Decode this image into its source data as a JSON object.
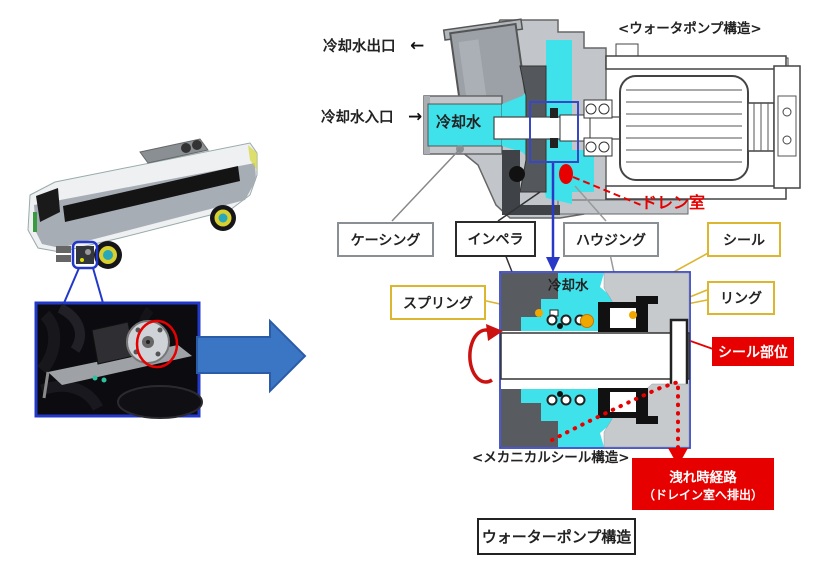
{
  "titles": {
    "pump_structure_top": "<ウォータポンプ構造>",
    "mechanical_seal_caption": "<メカニカルシール構造>",
    "bottom_box": "ウォーターポンプ構造"
  },
  "pump_diagram": {
    "coolant_outlet": "冷却水出口",
    "outlet_arrow": "←",
    "coolant_inlet": "冷却水入口",
    "inlet_arrow": "→",
    "coolant": "冷却水",
    "drain_chamber": "ドレン室",
    "casing": "ケーシング",
    "impeller": "インペラ",
    "housing": "ハウジング",
    "seal": "シール"
  },
  "seal_diagram": {
    "spring": "スプリング",
    "ring": "リング",
    "seal_part": "シール部位",
    "coolant": "冷却水",
    "leak_path_line1": "洩れ時経路",
    "leak_path_line2": "（ドレイン室へ排出）"
  },
  "colors": {
    "coolant_cyan": "#3FE2EB",
    "annotation_blue": "#2238C8",
    "alert_red": "#E60000",
    "gold": "#DCB62E",
    "arrow_blue": "#3B76C4"
  }
}
